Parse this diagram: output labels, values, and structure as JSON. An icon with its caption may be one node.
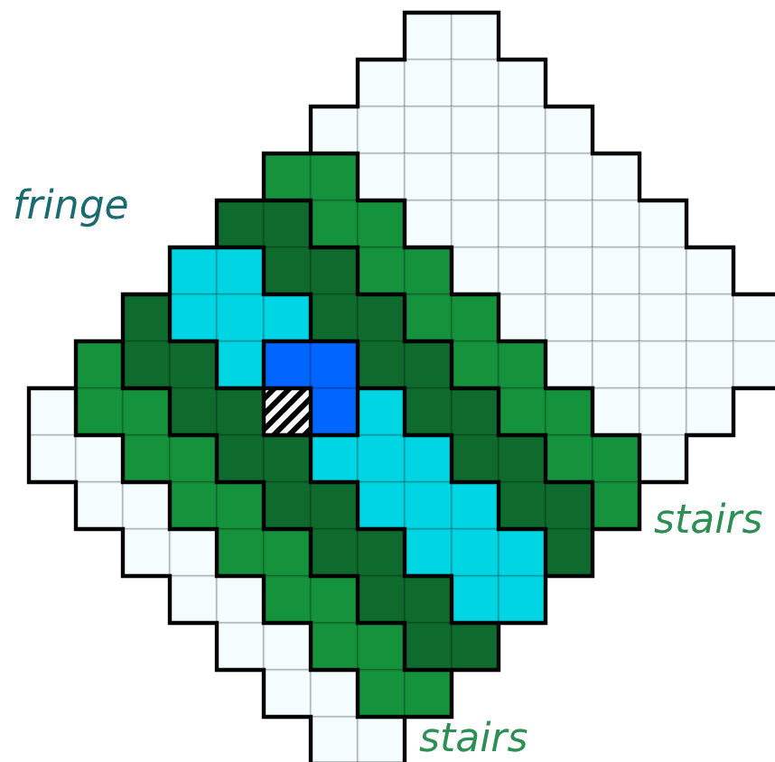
{
  "diagram": {
    "labels": [
      "fringe",
      "stairs",
      "stairs"
    ]
  }
}
